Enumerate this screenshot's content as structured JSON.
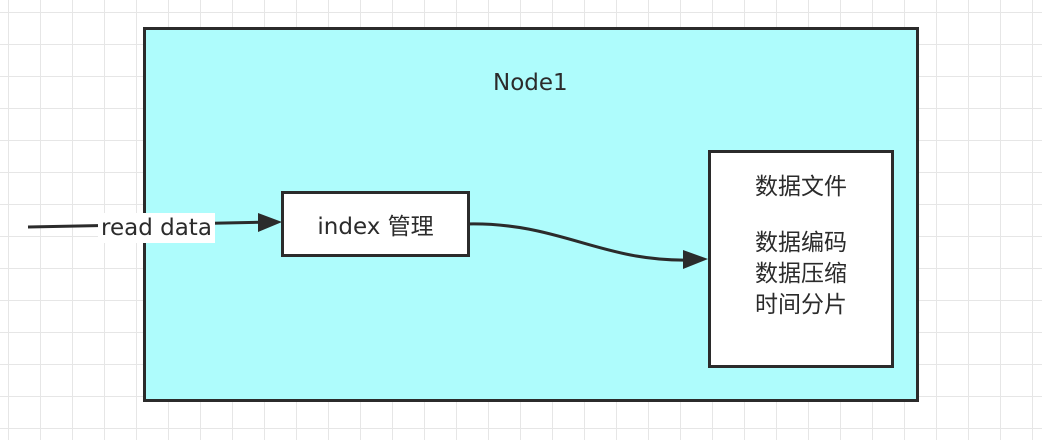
{
  "diagram": {
    "node": {
      "title": "Node1"
    },
    "input_edge": {
      "label": "read data"
    },
    "index_box": {
      "label": "index 管理"
    },
    "file_box": {
      "title": "数据文件",
      "lines": [
        "数据编码",
        "数据压缩",
        "时间分片"
      ]
    }
  },
  "colors": {
    "node_fill": "#aefcfc",
    "stroke": "#2b2b2b",
    "box_fill": "#ffffff"
  }
}
